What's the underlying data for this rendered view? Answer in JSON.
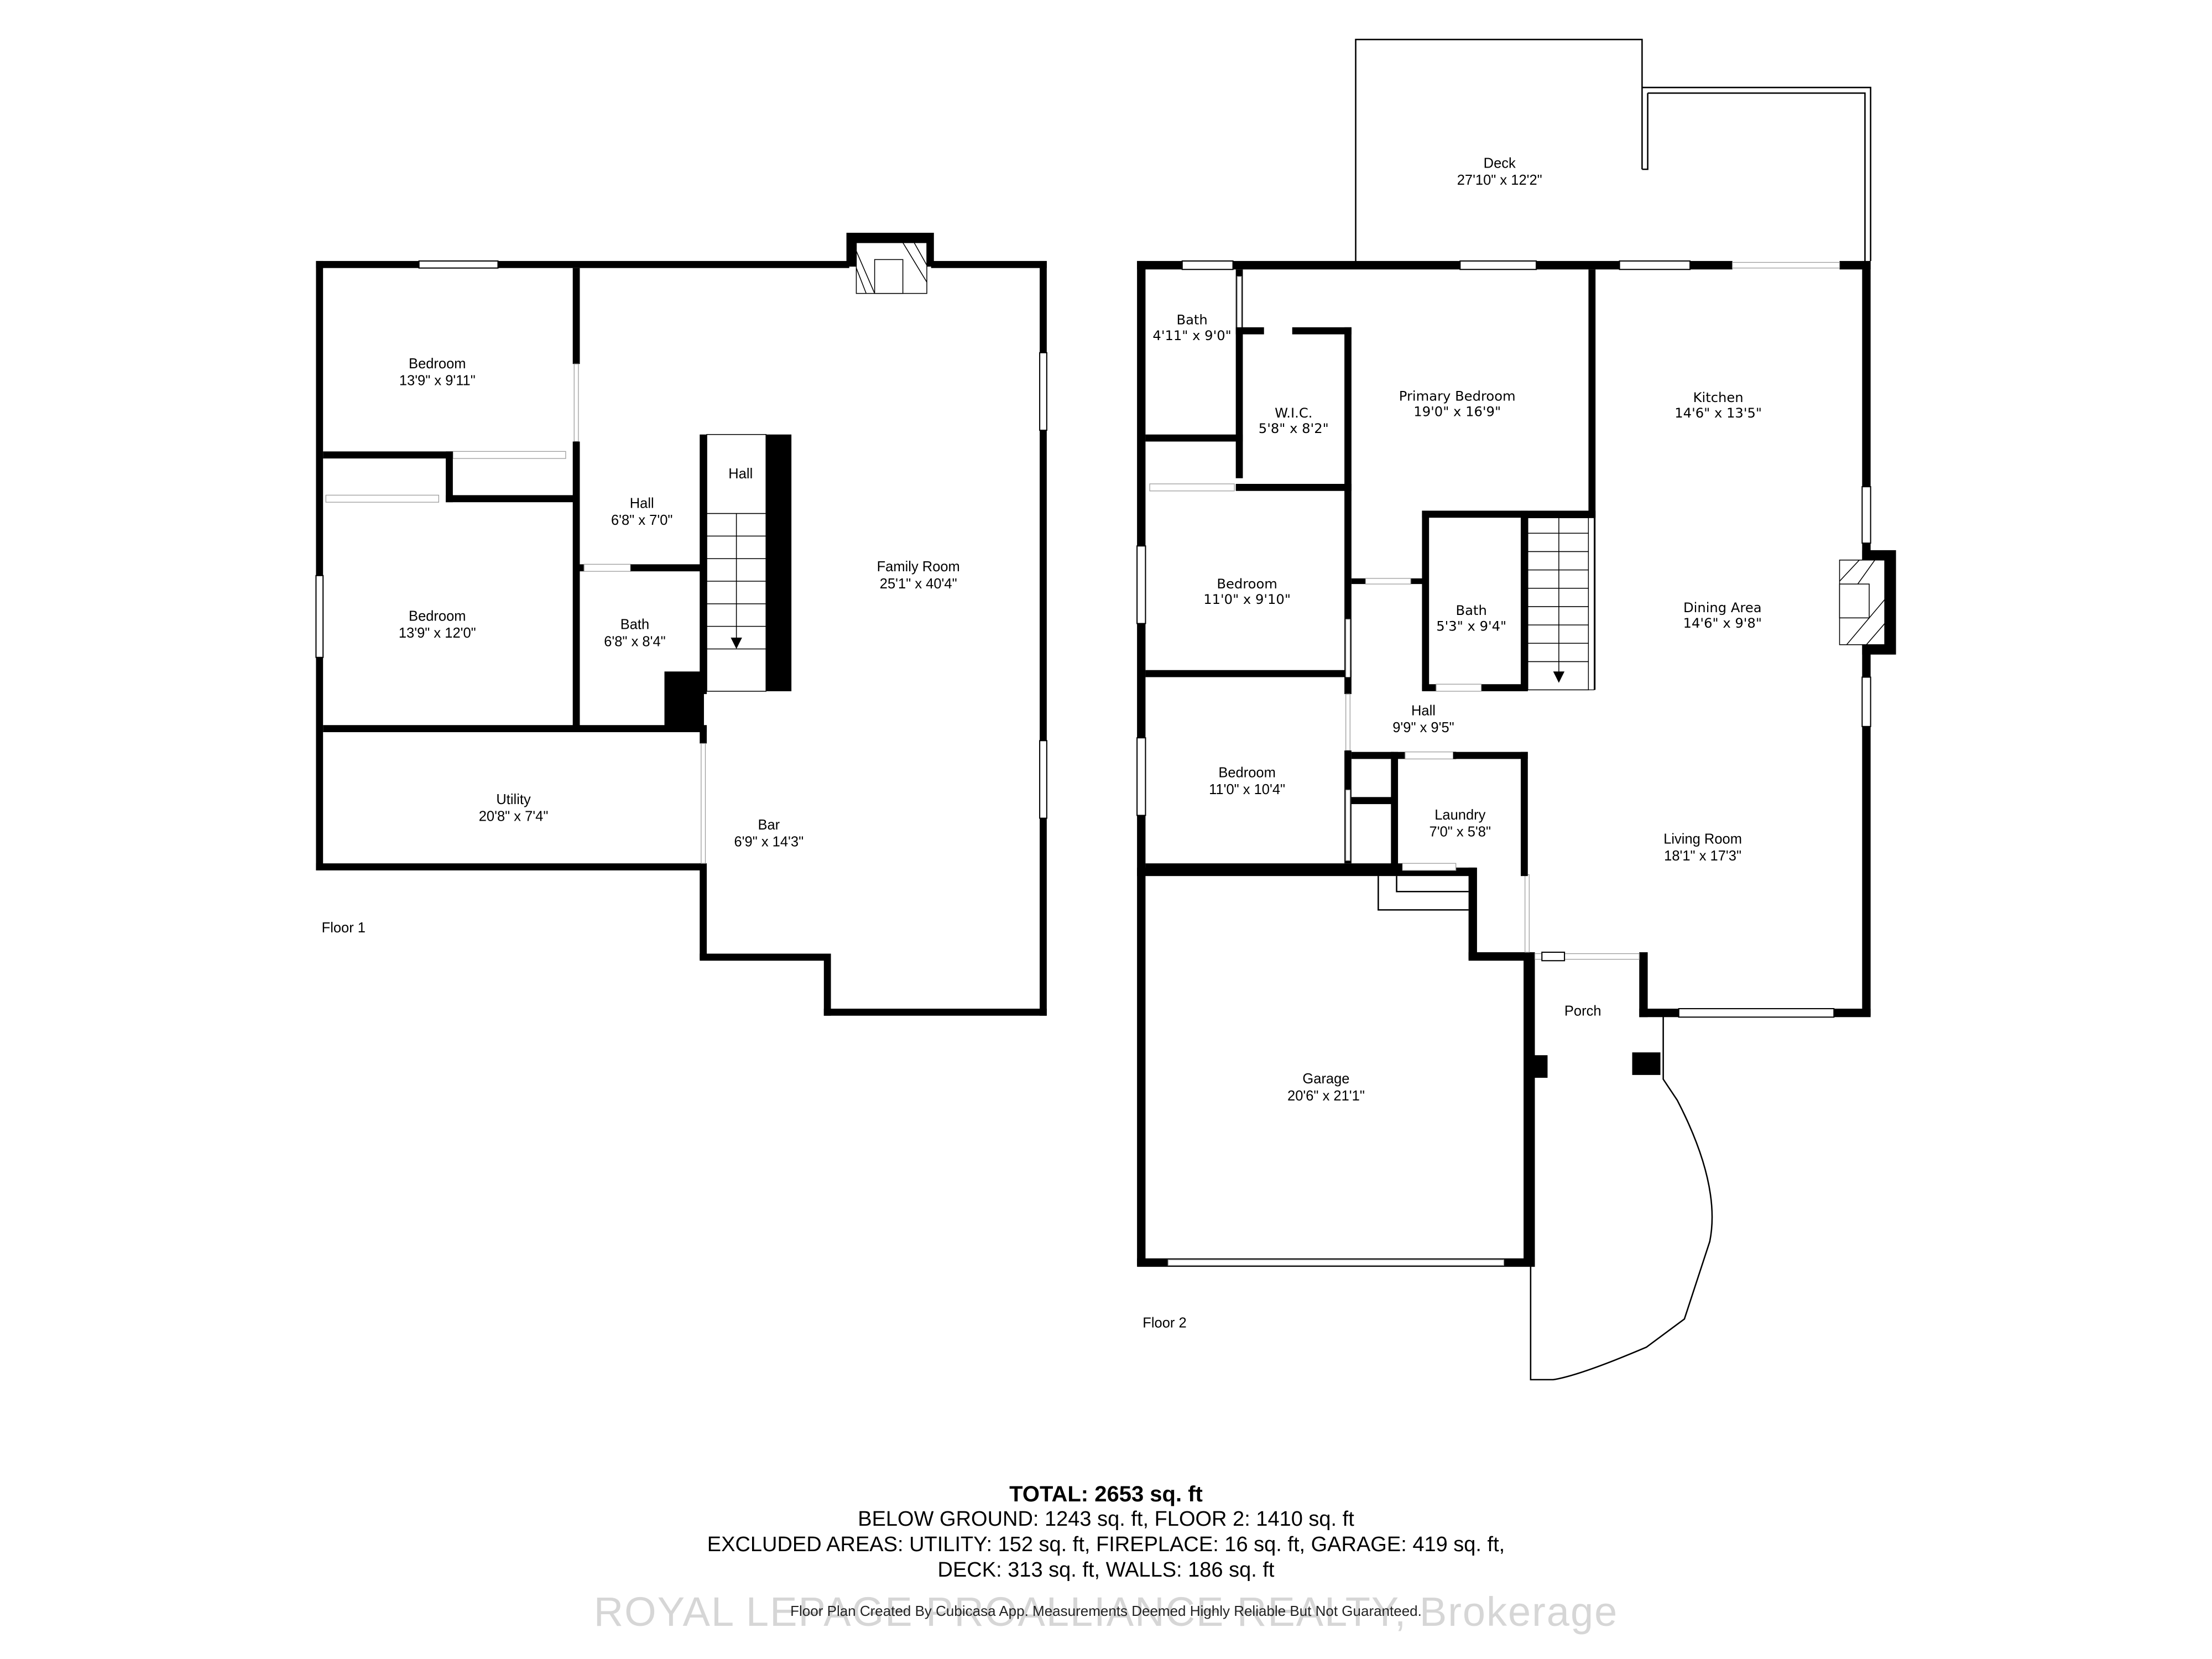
{
  "floors": [
    {
      "label": "Floor 1",
      "rooms": [
        {
          "name": "Bedroom",
          "dims": "13'9\" x 9'11\""
        },
        {
          "name": "Bedroom",
          "dims": "13'9\" x 12'0\""
        },
        {
          "name": "Hall",
          "dims": "6'8\" x 7'0\""
        },
        {
          "name": "Hall",
          "dims": ""
        },
        {
          "name": "Bath",
          "dims": "6'8\" x 8'4\""
        },
        {
          "name": "Family Room",
          "dims": "25'1\" x 40'4\""
        },
        {
          "name": "Utility",
          "dims": "20'8\" x 7'4\""
        },
        {
          "name": "Bar",
          "dims": "6'9\" x 14'3\""
        }
      ]
    },
    {
      "label": "Floor 2",
      "rooms": [
        {
          "name": "Deck",
          "dims": "27'10\" x 12'2\""
        },
        {
          "name": "Bath",
          "dims": "4'11\" x 9'0\""
        },
        {
          "name": "W.I.C.",
          "dims": "5'8\" x 8'2\""
        },
        {
          "name": "Primary Bedroom",
          "dims": "19'0\" x 16'9\""
        },
        {
          "name": "Kitchen",
          "dims": "14'6\" x 13'5\""
        },
        {
          "name": "Bedroom",
          "dims": "11'0\" x 9'10\""
        },
        {
          "name": "Bath",
          "dims": "5'3\" x 9'4\""
        },
        {
          "name": "Dining Area",
          "dims": "14'6\" x 9'8\""
        },
        {
          "name": "Hall",
          "dims": "9'9\" x 9'5\""
        },
        {
          "name": "Bedroom",
          "dims": "11'0\" x 10'4\""
        },
        {
          "name": "Laundry",
          "dims": "7'0\" x 5'8\""
        },
        {
          "name": "Living Room",
          "dims": "18'1\" x 17'3\""
        },
        {
          "name": "Porch",
          "dims": ""
        },
        {
          "name": "Garage",
          "dims": "20'6\" x 21'1\""
        }
      ]
    }
  ],
  "summary": {
    "total": "TOTAL: 2653 sq. ft",
    "line1": "BELOW GROUND: 1243 sq. ft, FLOOR 2: 1410 sq. ft",
    "line2": "EXCLUDED AREAS: UTILITY: 152 sq. ft, FIREPLACE: 16 sq. ft, GARAGE: 419 sq. ft,",
    "line3": "DECK: 313 sq. ft, WALLS: 186 sq. ft",
    "credit": "Floor Plan Created By Cubicasa App. Measurements Deemed Highly Reliable But Not Guaranteed.",
    "watermark": "ROYAL LEPAGE PROALLIANCE REALTY, Brokerage"
  }
}
